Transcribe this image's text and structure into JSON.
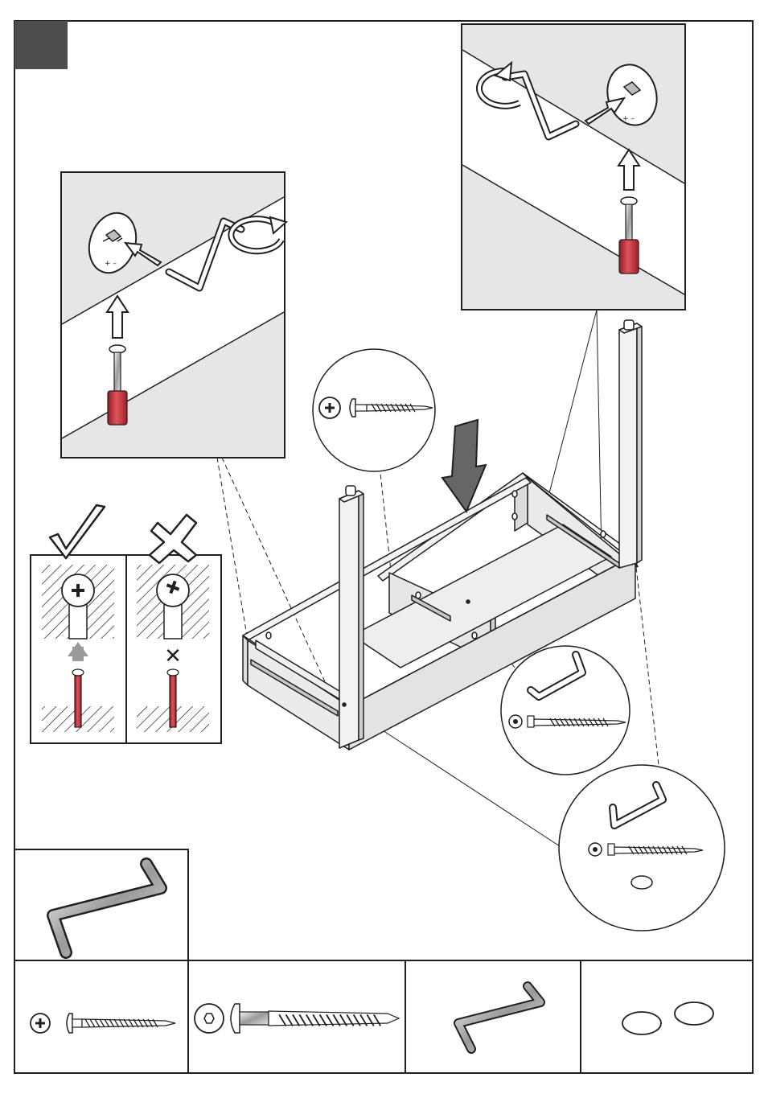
{
  "page": {
    "kind": "assembly-instruction",
    "step_number": "",
    "hardware_panel": [
      {
        "id": "allen-key-large",
        "icon": "allen-key-icon"
      },
      {
        "id": "phillips-screw",
        "icon": "phillips-screw-icon"
      },
      {
        "id": "hex-bolt",
        "icon": "hex-bolt-icon"
      },
      {
        "id": "allen-key-small",
        "icon": "allen-key-icon"
      },
      {
        "id": "cover-caps",
        "icon": "cover-cap-icon"
      }
    ],
    "check_panel": {
      "correct": {
        "mark": "check",
        "icon": "check-mark-icon"
      },
      "incorrect": {
        "mark": "cross",
        "icon": "cross-mark-icon",
        "sub_mark": "✕"
      }
    },
    "cam_lock_sign": "+ –"
  },
  "colors": {
    "line": "#231f20",
    "panel_fill": "#e6e6e6",
    "board_fill": "#ebebeb",
    "step_box": "#4d4d4d",
    "handle_red": "#c8323a",
    "arrow_fill": "#666666"
  }
}
